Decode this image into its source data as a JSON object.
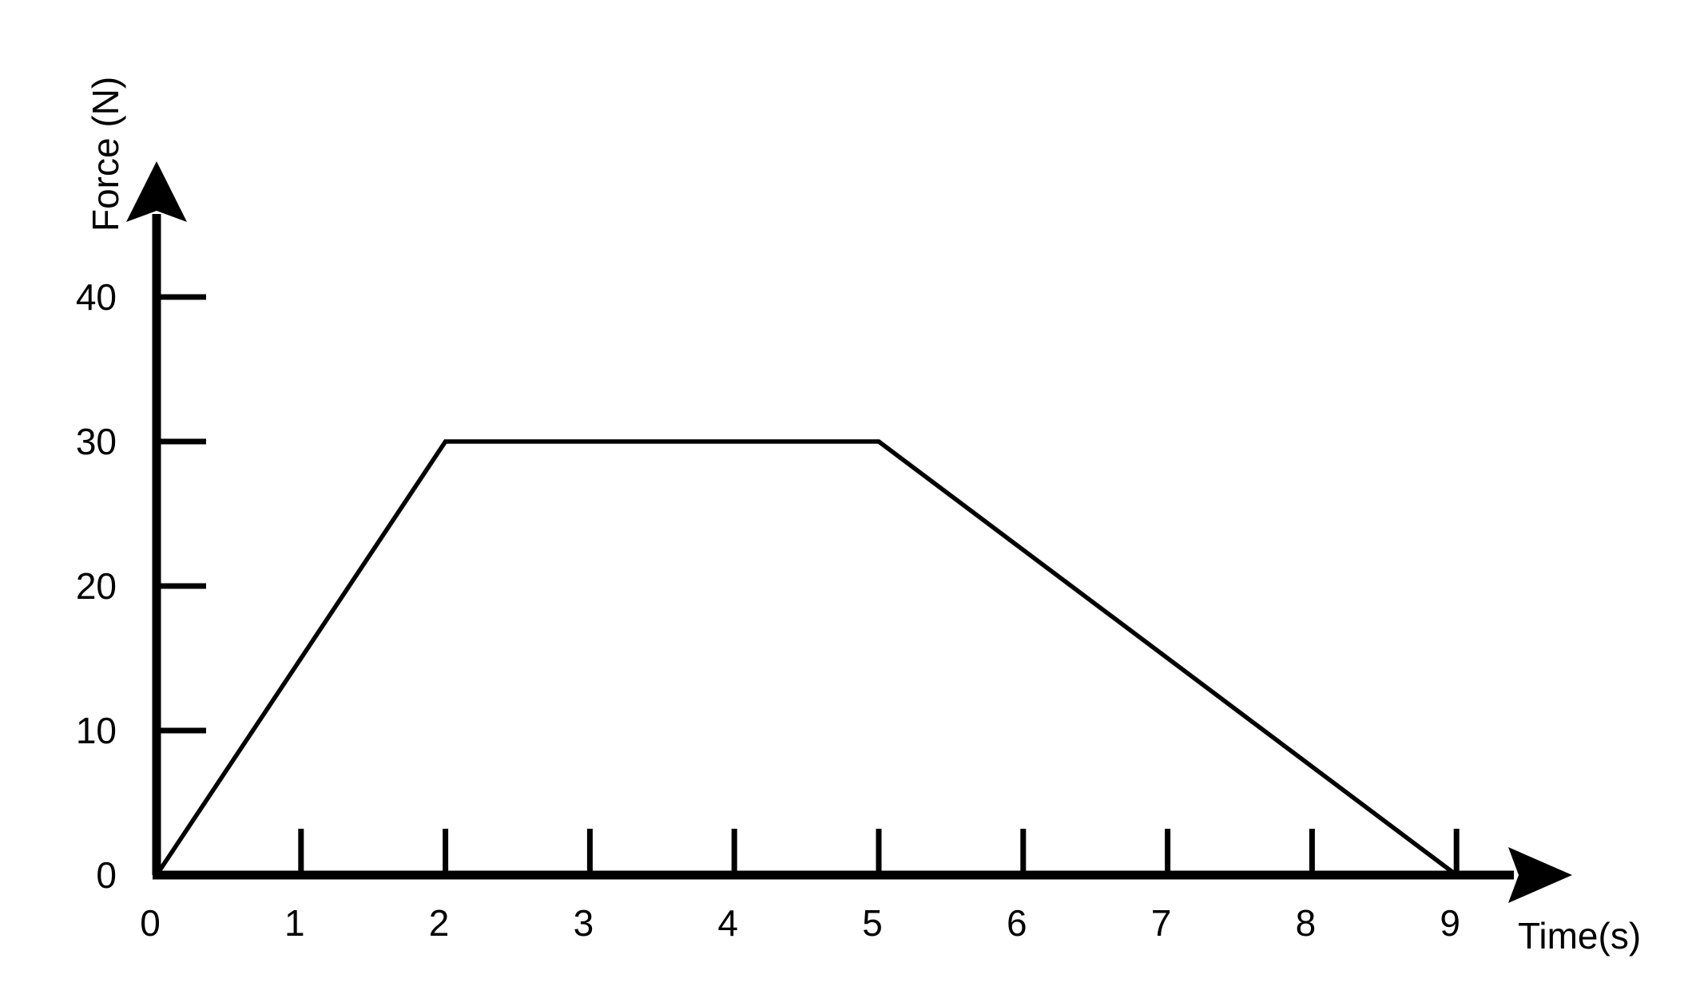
{
  "chart_data": {
    "type": "line",
    "title": "",
    "xlabel": "Time(s)",
    "ylabel": "Force (N)",
    "xlim": [
      0,
      9
    ],
    "ylim": [
      0,
      40
    ],
    "grid": false,
    "x_ticks": [
      0,
      1,
      2,
      3,
      4,
      5,
      6,
      7,
      8,
      9
    ],
    "y_ticks": [
      0,
      10,
      20,
      30,
      40
    ],
    "series": [
      {
        "x": [
          0,
          2,
          5,
          9
        ],
        "y": [
          0,
          30,
          30,
          0
        ]
      }
    ],
    "color": "#000000"
  }
}
